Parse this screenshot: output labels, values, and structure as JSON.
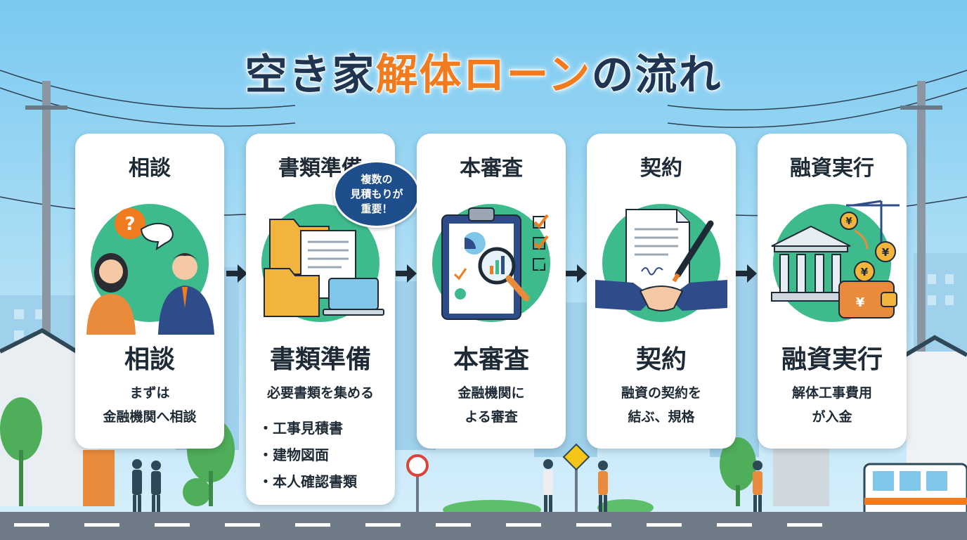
{
  "title": {
    "part1": "空き家",
    "part2": "解体ローン",
    "part3": "の流れ"
  },
  "steps": [
    {
      "heading": "相談",
      "subheading": "相談",
      "description_lines": [
        "まずは",
        "金融機関へ相談"
      ],
      "icon": "consultation-people-icon",
      "bullets": []
    },
    {
      "heading": "書類準備",
      "subheading": "書類準備",
      "description_lines": [
        "必要書類を集める"
      ],
      "icon": "documents-folder-icon",
      "bullets": [
        "工事見積書",
        "建物図面",
        "本人確認書類"
      ]
    },
    {
      "heading": "本審査",
      "subheading": "本審査",
      "description_lines": [
        "金融機関に",
        "よる審査"
      ],
      "icon": "review-clipboard-icon",
      "bullets": []
    },
    {
      "heading": "契約",
      "subheading": "契約",
      "description_lines": [
        "融資の契約を",
        "結ぶ、規格"
      ],
      "icon": "handshake-contract-icon",
      "bullets": []
    },
    {
      "heading": "融資実行",
      "subheading": "融資実行",
      "description_lines": [
        "解体工事費用",
        "が入金"
      ],
      "icon": "bank-money-icon",
      "bullets": []
    }
  ],
  "callout": {
    "lines": [
      "複数の",
      "見積もりが",
      "重要！"
    ]
  },
  "colors": {
    "accent": "#f07c1f",
    "navy": "#1f3552",
    "circle": "#3dbb8c",
    "sky": "#79c9f0"
  }
}
